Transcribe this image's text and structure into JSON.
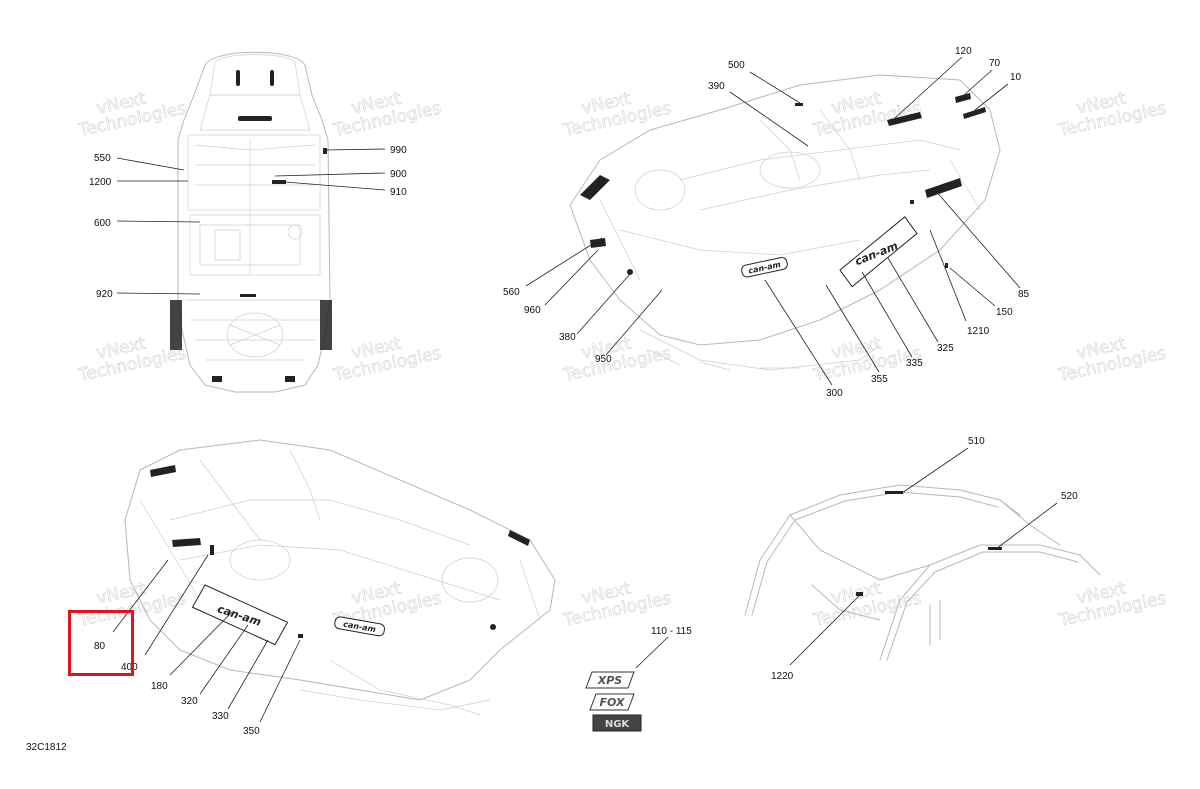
{
  "diagram": {
    "reference_code": "32C1812",
    "watermark_text": [
      "vNext",
      "Technologies"
    ],
    "highlight_color": "#e0141e",
    "callouts": {
      "c550": "550",
      "c1200": "1200",
      "c600": "600",
      "c920": "920",
      "c990": "990",
      "c900": "900",
      "c910": "910",
      "c500": "500",
      "c390": "390",
      "c120": "120",
      "c70": "70",
      "c10": "10",
      "c560": "560",
      "c960": "960",
      "c380": "380",
      "c950": "950",
      "c300": "300",
      "c355": "355",
      "c335": "335",
      "c325": "325",
      "c1210": "1210",
      "c150": "150",
      "c85": "85",
      "c80": "80",
      "c400": "400",
      "c180": "180",
      "c320": "320",
      "c330": "330",
      "c350": "350",
      "c110": "110 - 115",
      "c510": "510",
      "c520": "520",
      "c1220": "1220"
    },
    "brand_decals": {
      "canam": "can-am",
      "xps": "XPS",
      "fox": "FOX",
      "ngk": "NGK"
    }
  }
}
